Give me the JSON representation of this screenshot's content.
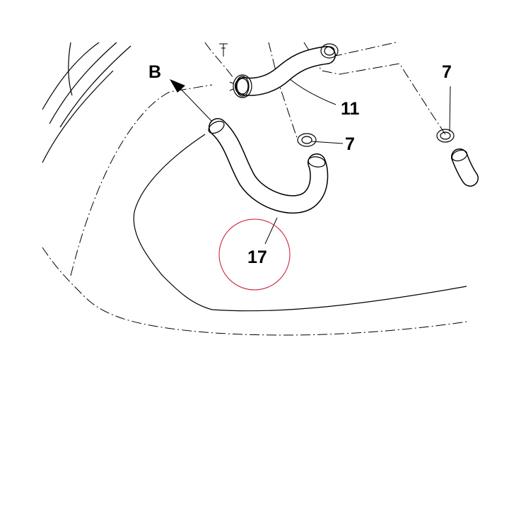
{
  "diagram": {
    "callouts": {
      "arrow_label": "B",
      "hose_upper": "11",
      "clamp_center": "7",
      "clamp_right": "7",
      "hose_highlighted": "17"
    },
    "colors": {
      "line": "#000000",
      "background": "#ffffff",
      "highlight_circle": "#c8102e"
    }
  }
}
